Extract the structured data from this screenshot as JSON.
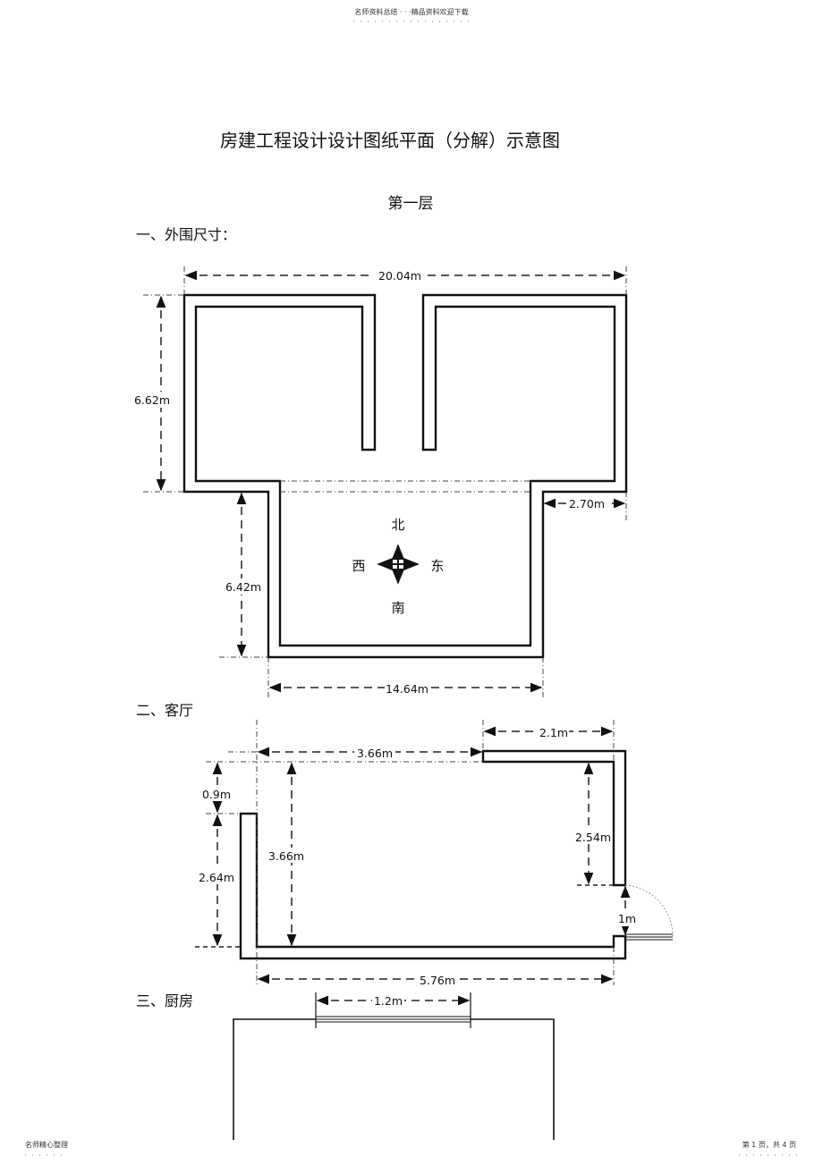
{
  "header": {
    "text": "名师资料总结 · · ·精品资料欢迎下载"
  },
  "title": "房建工程设计设计图纸平面（分解）示意图",
  "floor": "第一层",
  "sections": [
    {
      "heading": "一、外围尺寸：",
      "dims": {
        "total_width": "20.04m",
        "wing_depth": "6.62m",
        "lower_depth": "6.42m",
        "lower_width": "14.64m",
        "offset": "2.70m"
      },
      "compass": {
        "north": "北",
        "south": "南",
        "west": "西",
        "east": "东"
      }
    },
    {
      "heading": "二、客厅",
      "dims": {
        "top_right": "2.1m",
        "top_left": "3.66m",
        "left_top": "0.9m",
        "left_bottom": "2.64m",
        "inner_height": "3.66m",
        "right_wall": "2.54m",
        "door": "1m",
        "bottom": "5.76m"
      }
    },
    {
      "heading": "三、厨房",
      "dims": {
        "window": "1.2m"
      }
    }
  ],
  "footer": {
    "left": "名师精心整理",
    "right": "第 1 页，共 4 页"
  }
}
